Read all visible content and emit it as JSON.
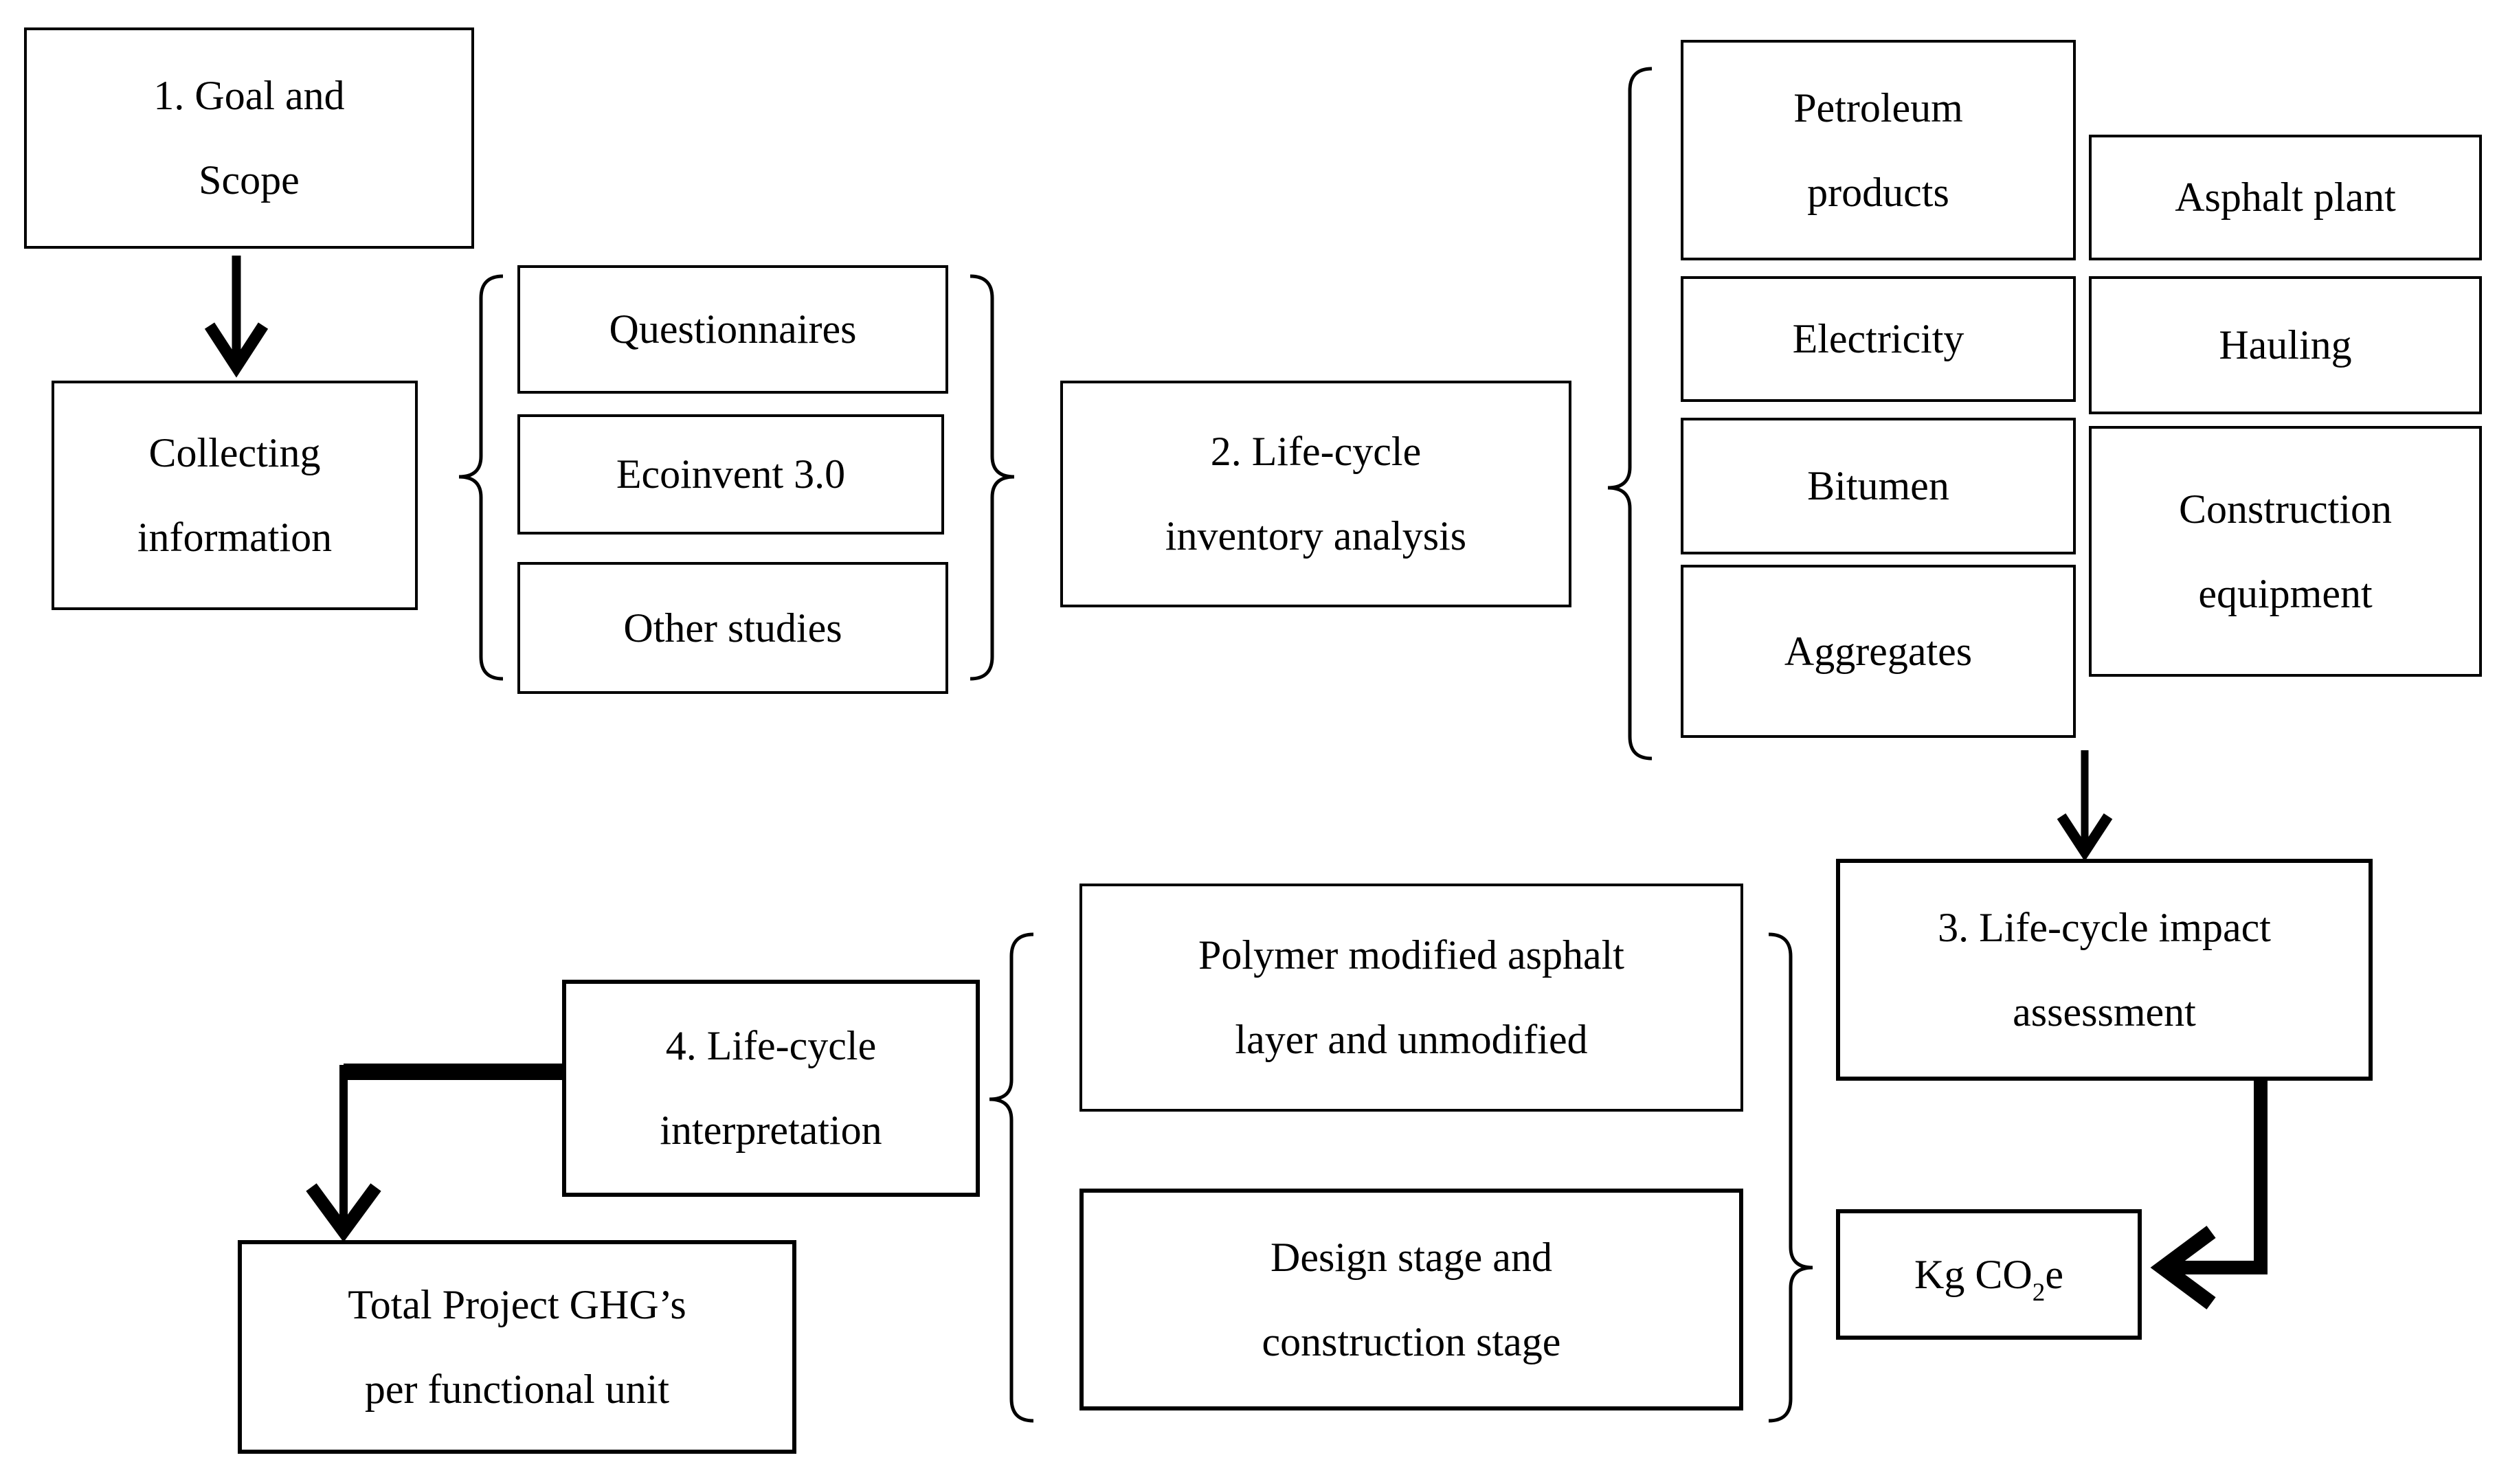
{
  "figure": {
    "type": "flowchart",
    "title": "Life-cycle assessment framework flowchart",
    "colors": {
      "ink": "#000000",
      "paper": "#ffffff",
      "box_fill": "#ffffff"
    }
  },
  "boxes": {
    "goal_scope": {
      "lines": [
        "1. Goal and",
        "Scope"
      ]
    },
    "collecting": {
      "lines": [
        "Collecting",
        "information"
      ]
    },
    "questionnaires": {
      "lines": [
        "Questionnaires"
      ]
    },
    "ecoinvent": {
      "lines": [
        "Ecoinvent 3.0"
      ]
    },
    "other_studies": {
      "lines": [
        "Other studies"
      ]
    },
    "inventory_analysis": {
      "lines": [
        "2. Life-cycle",
        "inventory analysis"
      ]
    },
    "petroleum_products": {
      "lines": [
        "Petroleum",
        "products"
      ]
    },
    "electricity": {
      "lines": [
        "Electricity"
      ]
    },
    "bitumen": {
      "lines": [
        "Bitumen"
      ]
    },
    "aggregates": {
      "lines": [
        "Aggregates"
      ]
    },
    "asphalt_plant": {
      "lines": [
        "Asphalt plant"
      ]
    },
    "hauling": {
      "lines": [
        "Hauling"
      ]
    },
    "construction_equipment": {
      "lines": [
        "Construction",
        "equipment"
      ]
    },
    "impact_assessment": {
      "lines": [
        "3. Life-cycle impact",
        "assessment"
      ]
    },
    "kg_co2e": {
      "prefix": "Kg CO",
      "sub": "2",
      "suffix": "e"
    },
    "polymer_modified": {
      "lines": [
        "Polymer modified asphalt",
        "layer and unmodified"
      ]
    },
    "design_stage": {
      "lines": [
        "Design stage and",
        "construction stage"
      ]
    },
    "interpretation": {
      "lines": [
        "4. Life-cycle",
        "interpretation"
      ]
    },
    "total_ghg": {
      "lines": [
        "Total Project GHG’s",
        "per functional unit"
      ]
    }
  }
}
